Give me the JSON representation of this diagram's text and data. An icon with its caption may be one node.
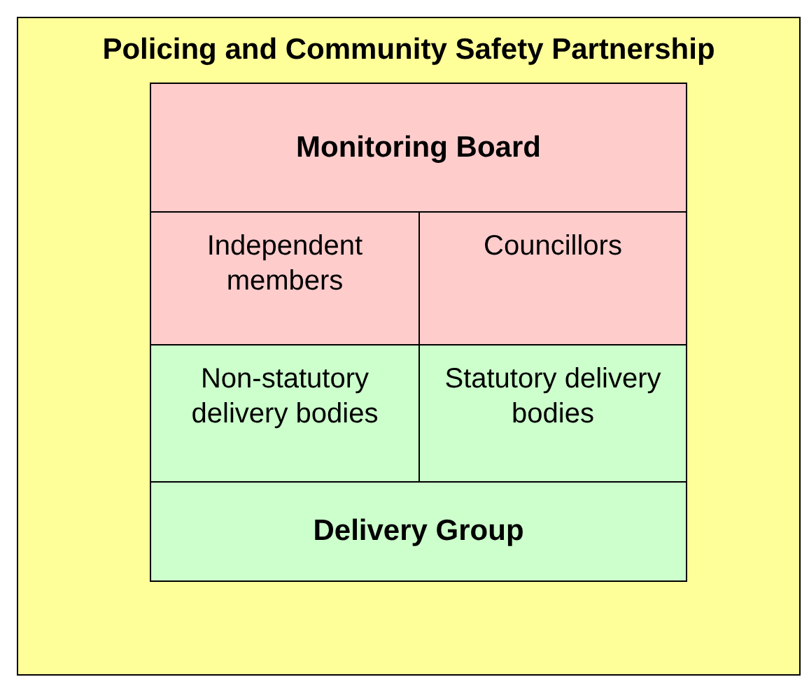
{
  "diagram": {
    "nodes": [
      {
        "text": [
          "Policing and Community Safety Partnership"
        ]
      },
      {
        "text": [
          "Monitoring Board"
        ],
        "in": 0
      },
      {
        "text": [
          "Independent members"
        ],
        "in": 0
      },
      {
        "text": [
          "Councillors"
        ],
        "in": 0
      },
      {
        "text": [
          "Non-statutory delivery bodies"
        ],
        "in": 0
      },
      {
        "text": [
          "Statutory delivery bodies"
        ],
        "in": 0
      },
      {
        "text": [
          "Delivery Group"
        ],
        "in": 0
      }
    ]
  }
}
